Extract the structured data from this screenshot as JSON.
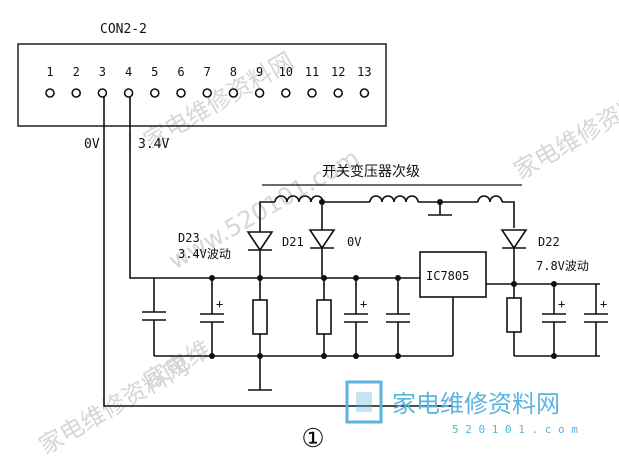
{
  "connector": {
    "name": "CON2-2",
    "pins": [
      "1",
      "2",
      "3",
      "4",
      "5",
      "6",
      "7",
      "8",
      "9",
      "10",
      "11",
      "12",
      "13"
    ],
    "pin3_voltage": "0V",
    "pin4_voltage": "3.4V"
  },
  "transformer": {
    "label": "开关变压器次级"
  },
  "diodes": {
    "d23_name": "D23",
    "d23_note": "3.4V波动",
    "d21_name": "D21",
    "d21_note": "0V",
    "d22_name": "D22",
    "d22_note": "7.8V波动"
  },
  "regulator": {
    "label": "IC7805"
  },
  "figure_number": "①",
  "watermark": {
    "brand_cn": "家电维修资料网",
    "brand_url": "5 2 0 1 0 1 . c o m",
    "diag_text_1": "家电维修资料网",
    "diag_text_2": "www.520101.com",
    "diag_text_3": "家电维修资料网",
    "diag_text_4": "家电维",
    "diag_text_5": "家电维修资料网"
  },
  "colors": {
    "ink": "#111111",
    "watermark_gray": "#d6d6d6",
    "logo_blue": "#5ab4de"
  }
}
